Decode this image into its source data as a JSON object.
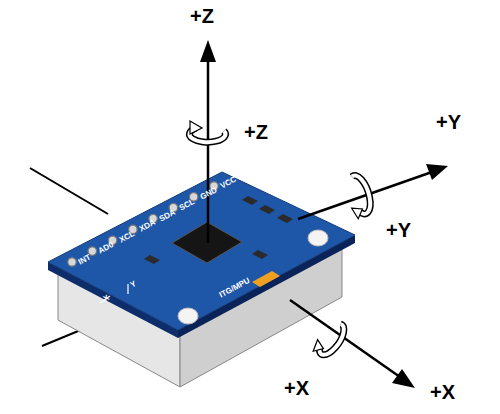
{
  "diagram": {
    "labels": [
      "+Z",
      "+Z",
      "+Y",
      "+Y",
      "+X",
      "+X",
      "VCC",
      "GND",
      "SCL",
      "SDA",
      "XDA",
      "XCL",
      "AD0",
      "INT",
      "ITG/MPU",
      "X",
      "Y"
    ]
  }
}
